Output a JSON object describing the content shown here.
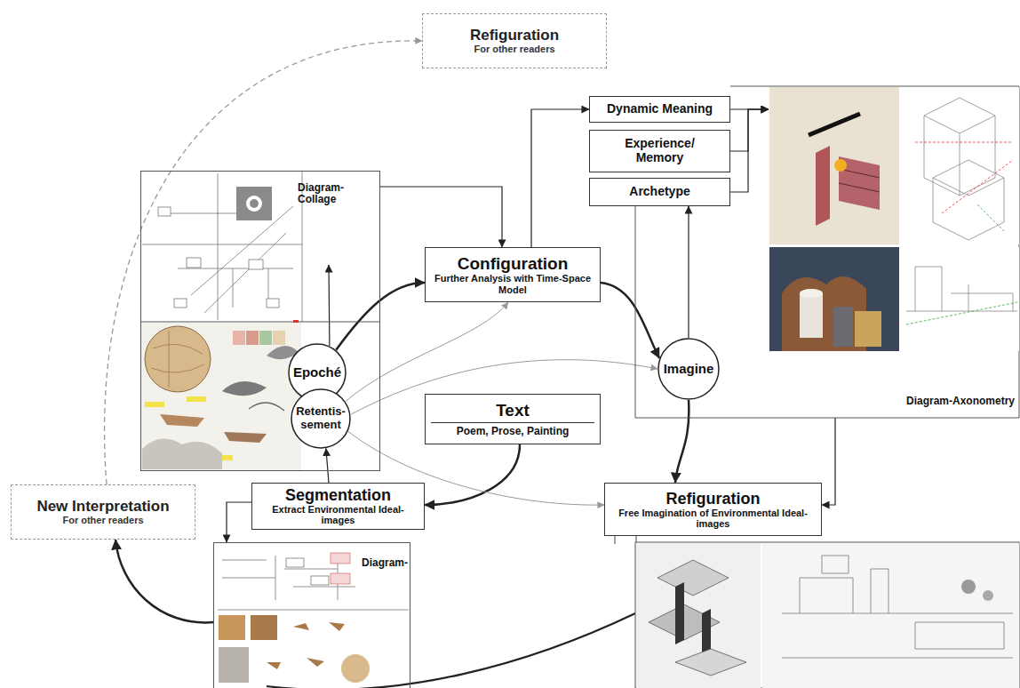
{
  "diagram": {
    "nodes": [
      {
        "text": [
          "Refiguration",
          "For other readers"
        ]
      },
      {
        "text": [
          "Diagram-Collage"
        ]
      },
      {
        "text": [
          "Epoché"
        ],
        "in": 1
      },
      {
        "text": [
          "Retentis-sement"
        ],
        "in": 1
      },
      {
        "text": [
          "Configuration",
          "Further Analysis with Time-Space Model"
        ]
      },
      {
        "text": [
          "Dynamic Meaning"
        ]
      },
      {
        "text": [
          "Experience/ Memory"
        ]
      },
      {
        "text": [
          "Archetype"
        ]
      },
      {
        "text": [
          "Diagram-Axonometry"
        ]
      },
      {
        "text": [
          "Imagine"
        ],
        "in": 8
      },
      {
        "text": [
          "Text",
          "Poem, Prose, Painting"
        ]
      },
      {
        "text": [
          "New Interpretation",
          "For other readers"
        ]
      },
      {
        "text": [
          "Segmentation",
          "Extract Environmental Ideal-images"
        ]
      },
      {
        "text": [
          "Refiguration",
          "Free Imagination of Environmental Ideal-images"
        ]
      },
      {
        "text": [
          "Diagram-"
        ]
      }
    ],
    "edges": [
      {
        "from": 2,
        "to": 4,
        "arrow": "to"
      },
      {
        "from": 2,
        "to": 1,
        "arrow": "to"
      },
      {
        "from": 1,
        "to": 4,
        "arrow": "to"
      },
      {
        "from": 4,
        "to": 5,
        "arrow": "to"
      },
      {
        "from": 5,
        "to": 8,
        "arrow": "to"
      },
      {
        "from": 6,
        "to": 8,
        "arrow": "to"
      },
      {
        "from": 7,
        "to": 8,
        "arrow": "to"
      },
      {
        "from": 9,
        "to": 7,
        "arrow": "to"
      },
      {
        "from": 4,
        "to": 9,
        "arrow": "to"
      },
      {
        "from": 9,
        "to": 13,
        "arrow": "to"
      },
      {
        "from": 10,
        "to": 12,
        "arrow": "to"
      },
      {
        "from": 12,
        "to": 3,
        "arrow": "to"
      },
      {
        "from": 3,
        "to": 4,
        "arrow": "to"
      },
      {
        "from": 3,
        "to": 9,
        "arrow": "to"
      },
      {
        "from": 3,
        "to": 13,
        "arrow": "to"
      },
      {
        "from": 12,
        "to": 14,
        "arrow": "to"
      },
      {
        "from": 14,
        "to": 11,
        "arrow": "to"
      },
      {
        "from": 8,
        "to": 13,
        "arrow": "to"
      },
      {
        "from": 11,
        "to": 0,
        "arrow": "to"
      }
    ]
  }
}
